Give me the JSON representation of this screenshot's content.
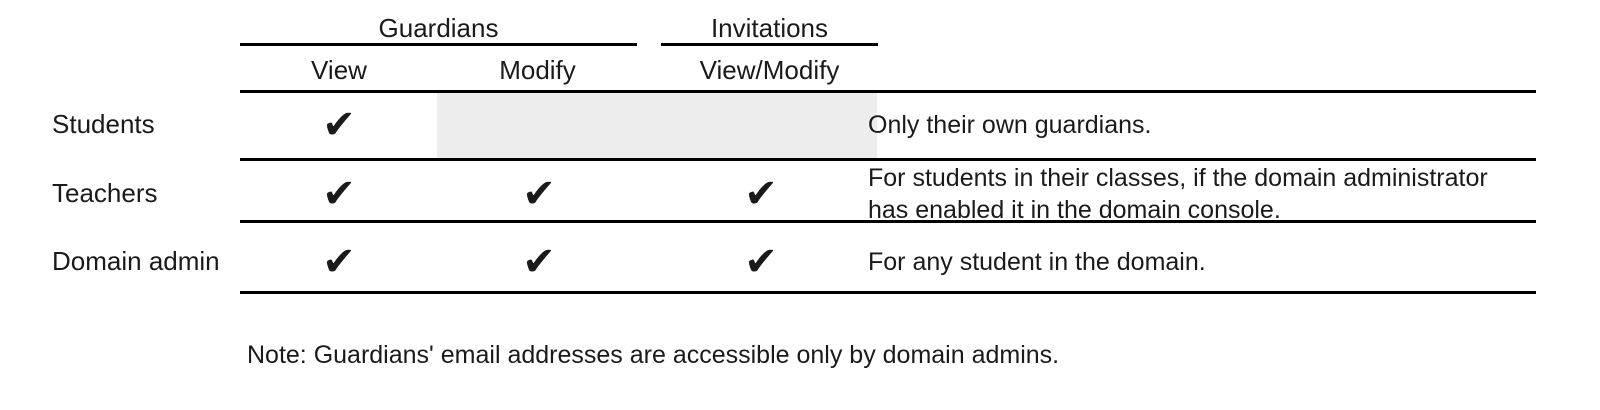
{
  "table": {
    "column_groups": [
      {
        "label": "Guardians"
      },
      {
        "label": "Invitations"
      }
    ],
    "sub_headers": [
      {
        "label": "View"
      },
      {
        "label": "Modify"
      },
      {
        "label": "View/Modify"
      }
    ],
    "check_glyph": "✔",
    "shade_color": "#ededed",
    "rule_color": "#000000",
    "rows": [
      {
        "label": "Students",
        "guardians_view": true,
        "guardians_modify": false,
        "guardians_modify_shaded": true,
        "invitations_view_modify": false,
        "description": "Only their own guardians."
      },
      {
        "label": "Teachers",
        "guardians_view": true,
        "guardians_modify": true,
        "guardians_modify_shaded": false,
        "invitations_view_modify": true,
        "description": "For students in their classes, if the domain administrator has enabled it in the domain console."
      },
      {
        "label": "Domain admin",
        "guardians_view": true,
        "guardians_modify": true,
        "guardians_modify_shaded": false,
        "invitations_view_modify": true,
        "description": "For any student in the domain."
      }
    ]
  },
  "footnote": "Note: Guardians' email addresses are accessible only by domain admins."
}
